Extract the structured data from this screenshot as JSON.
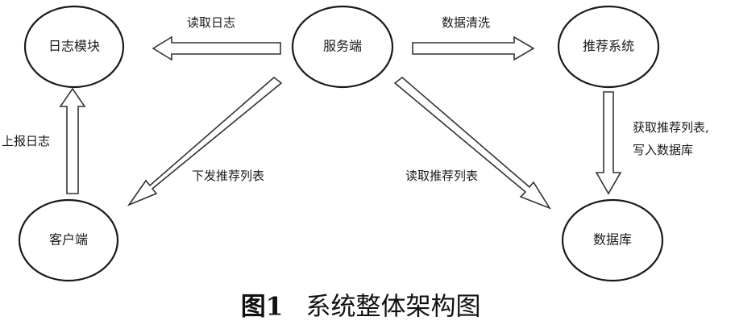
{
  "nodes": {
    "log_module": "日志模块",
    "server": "服务端",
    "recommender": "推荐系统",
    "client": "客户端",
    "database": "数据库"
  },
  "edges": {
    "read_log": "读取日志",
    "data_cleaning": "数据清洗",
    "report_log": "上报日志",
    "deliver_list": "下发推荐列表",
    "read_list": "读取推荐列表",
    "write_db_line1": "获取推荐列表,",
    "write_db_line2": "写入数据库"
  },
  "caption": {
    "number": "图1",
    "title": "系统整体架构图"
  }
}
